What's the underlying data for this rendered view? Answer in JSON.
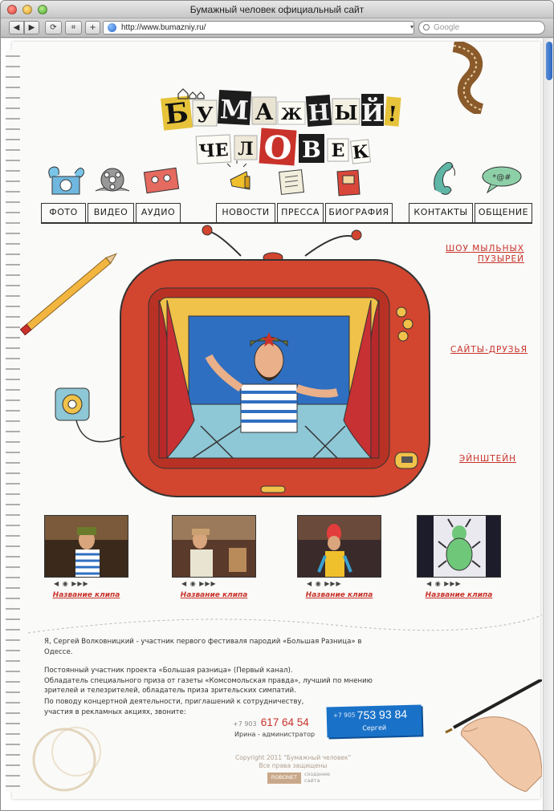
{
  "window": {
    "title": "Бумажный человек официальный сайт"
  },
  "toolbar": {
    "back_icon": "◀",
    "forward_icon": "▶",
    "reload_icon": "⟳",
    "bookmark_icon": "⌗",
    "add_icon": "+",
    "url": "http://www.bumazniy.ru/",
    "search_placeholder": "Google"
  },
  "logo": {
    "row1": [
      "Б",
      "У",
      "М",
      "А",
      "Ж",
      "Н",
      "Ы",
      "Й",
      "!"
    ],
    "row2": [
      "ЧЕ",
      "Л",
      "О",
      "В",
      "Е",
      "К"
    ]
  },
  "nav": {
    "tabs": [
      {
        "label": "ФОТО"
      },
      {
        "label": "ВИДЕО"
      },
      {
        "label": "АУДИО"
      },
      {
        "label": "НОВОСТИ"
      },
      {
        "label": "ПРЕССА"
      },
      {
        "label": "БИОГРАФИЯ"
      },
      {
        "label": "КОНТАКТЫ"
      },
      {
        "label": "ОБЩЕНИЕ"
      }
    ]
  },
  "side_links": {
    "soap_show": "ШОУ МЫЛЬНЫХ ПУЗЫРЕЙ",
    "friends": "САЙТЫ-ДРУЗЬЯ",
    "einstein": "ЭЙНШТЕЙН"
  },
  "thumbnails": [
    {
      "label": "Название клипа"
    },
    {
      "label": "Название клипа"
    },
    {
      "label": "Название клипа"
    },
    {
      "label": "Название клипа"
    }
  ],
  "thumb_controls": "◀ ◉ ▶▶▶",
  "bio": {
    "p1": "Я, Сергей Волковницкий - участник первого фестиваля пародий «Большая Разница» в Одессе.",
    "p2": "Постоянный участник проекта «Большая разница» (Первый канал).",
    "p3": "Обладатель специального приза от газеты «Комсомольская правда», лучший по мнению зрителей и телезрителей, обладатель приза зрительских симпатий."
  },
  "contact": {
    "text": "По поводу концертной деятельности, приглашений к сотрудничеству, участия в рекламных акциях, звоните:",
    "phone1_prefix": "+7 903",
    "phone1_number": "617 64 54",
    "phone1_caption": "Ирина - администратор",
    "phone2_prefix": "+7 905",
    "phone2_number": "753 93 84",
    "phone2_caption": "Сергей"
  },
  "footer": {
    "copyright": "Copyright 2011 \"Бумажный человек\"",
    "rights": "Все права защищены",
    "robonet": "ROBONET",
    "created_line1": "создание",
    "created_line2": "сайта"
  },
  "colors": {
    "accent_red": "#c8322a",
    "tv_red": "#d2452f",
    "phone_blue": "#1a72c8"
  }
}
